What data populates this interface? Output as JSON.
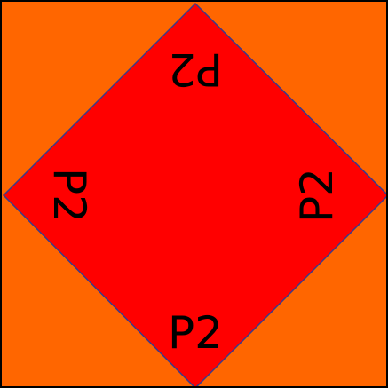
{
  "tile": {
    "colors": {
      "background": "#FF6600",
      "diamond": "#FF0000",
      "diamond_outline": "#3A3A8C",
      "border": "#000000",
      "text": "#000000"
    },
    "labels": {
      "top": "P2",
      "right": "P2",
      "bottom": "P2",
      "left": "P2"
    }
  }
}
